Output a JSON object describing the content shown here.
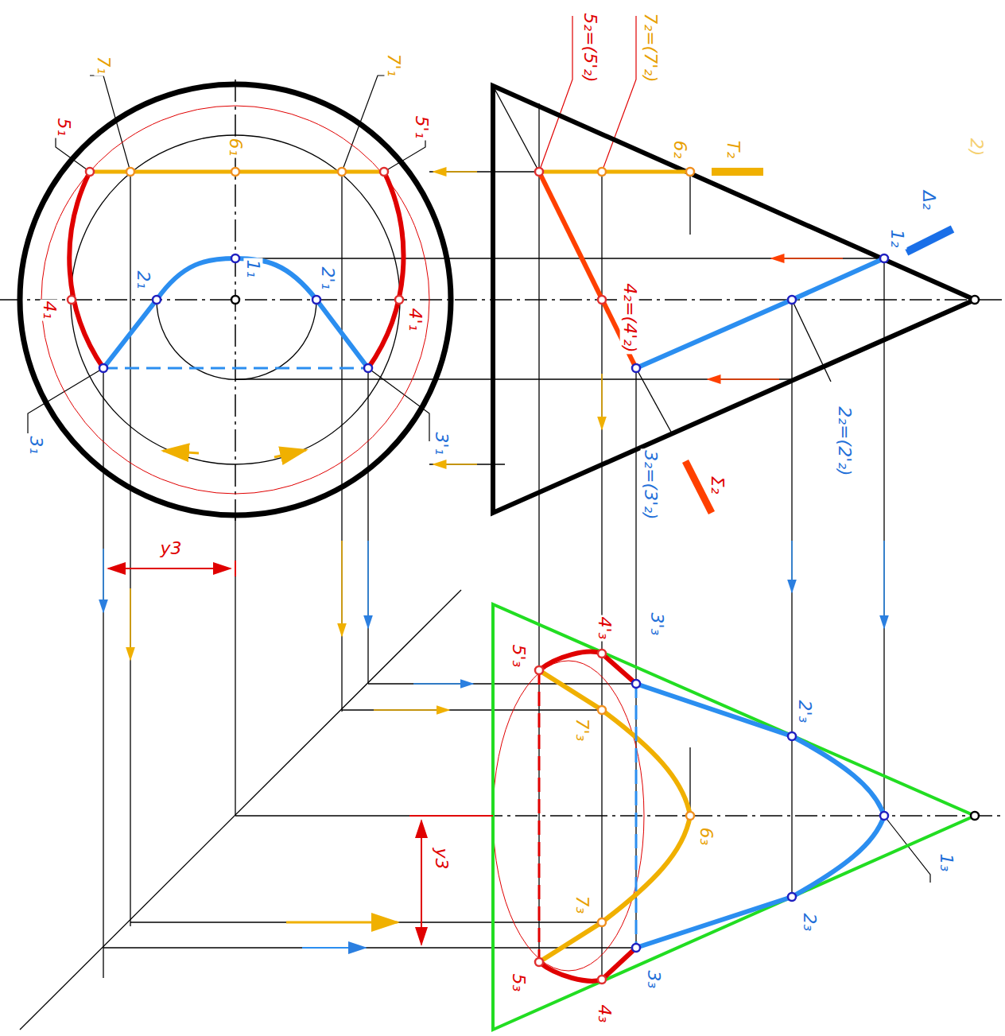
{
  "diagram": {
    "labels": [
      "7₁",
      "5₁",
      "6₁",
      "7'₁",
      "5'₁",
      "1₁",
      "2₁",
      "2'₁",
      "4₁",
      "4'₁",
      "3₁",
      "3'₁",
      "5₂=(5'₂)",
      "7₂=(7'₂)",
      "6₂",
      "T₂",
      "2)",
      "Δ₂",
      "1₂",
      "4₂=(4'₂)",
      "2₂=(2'₂)",
      "3₂=(3'₂)",
      "Σ₂",
      "y3",
      "y3",
      "4'₃",
      "3'₃",
      "5'₃",
      "7'₃",
      "2'₃",
      "6₃",
      "1₃",
      "7₃",
      "2₃",
      "5₃",
      "4₃",
      "3₃"
    ]
  }
}
